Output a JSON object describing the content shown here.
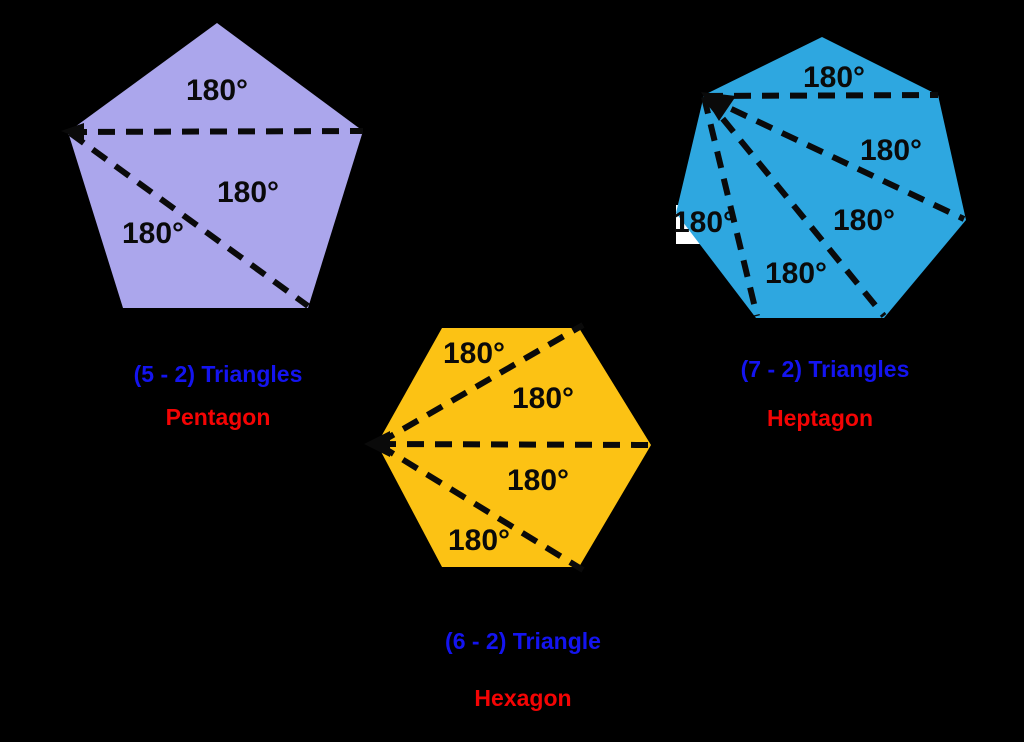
{
  "colors": {
    "background": "#000000",
    "dash_lines": "#0a0a0a",
    "angle_text": "#0a0a0a",
    "formula_text": "#1414f0",
    "shape_name_text": "#f40404",
    "pentagon_fill": "#aba6ec",
    "hexagon_fill": "#fcc214",
    "heptagon_fill": "#2ea7e0",
    "label_patch": "#ffffff"
  },
  "pentagon": {
    "formula": "(5 - 2) Triangles",
    "name": "Pentagon",
    "angle_labels": [
      "180°",
      "180°",
      "180°"
    ]
  },
  "hexagon": {
    "formula": "(6 - 2) Triangle",
    "name": "Hexagon",
    "angle_labels": [
      "180°",
      "180°",
      "180°",
      "180°"
    ]
  },
  "heptagon": {
    "formula": "(7 - 2) Triangles",
    "name": "Heptagon",
    "angle_labels": [
      "180°",
      "180°",
      "180°",
      "180°",
      "180°"
    ]
  }
}
